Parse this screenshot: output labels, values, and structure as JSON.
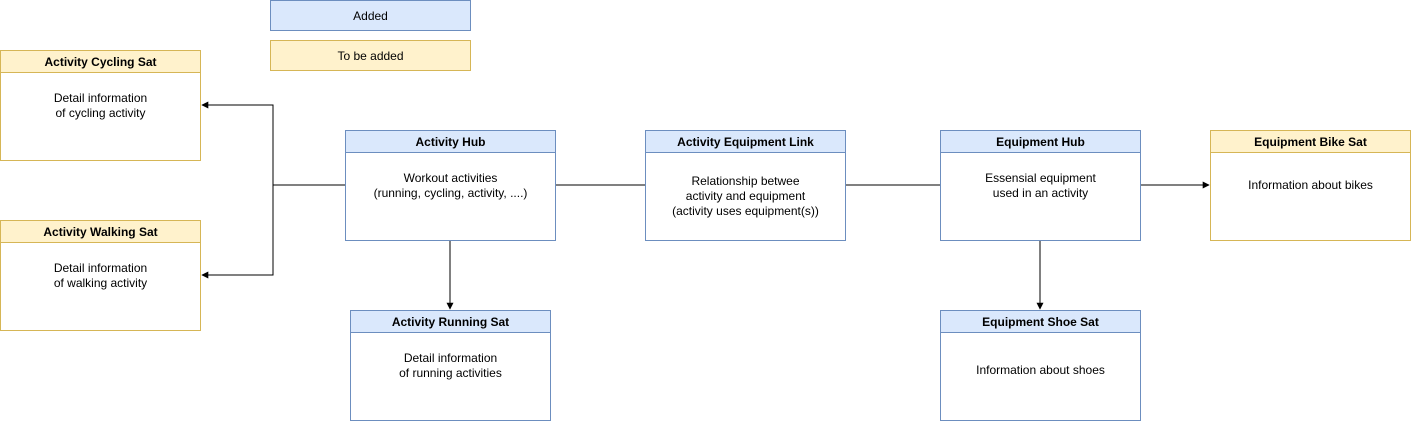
{
  "legend": {
    "added": "Added",
    "to_be_added": "To be added"
  },
  "nodes": {
    "activity_cycling_sat": {
      "title": "Activity Cycling Sat",
      "body": "Detail information\nof cycling activity"
    },
    "activity_walking_sat": {
      "title": "Activity Walking Sat",
      "body": "Detail information\nof walking activity"
    },
    "activity_hub": {
      "title": "Activity Hub",
      "body": "Workout activities\n(running, cycling, activity, ....)"
    },
    "activity_running_sat": {
      "title": "Activity Running Sat",
      "body": "Detail information\nof running activities"
    },
    "activity_equipment_link": {
      "title": "Activity Equipment Link",
      "body": "Relationship betwee\nactivity and equipment\n(activity uses equipment(s))"
    },
    "equipment_hub": {
      "title": "Equipment Hub",
      "body": "Essensial equipment\nused in an activity"
    },
    "equipment_shoe_sat": {
      "title": "Equipment Shoe Sat",
      "body": "Information about shoes"
    },
    "equipment_bike_sat": {
      "title": "Equipment Bike Sat",
      "body": "Information about bikes"
    }
  },
  "colors": {
    "added_fill": "#dae8fc",
    "added_stroke": "#6c8ebf",
    "to_be_added_fill": "#fff2cc",
    "to_be_added_stroke": "#d6b656",
    "connector": "#000000"
  }
}
